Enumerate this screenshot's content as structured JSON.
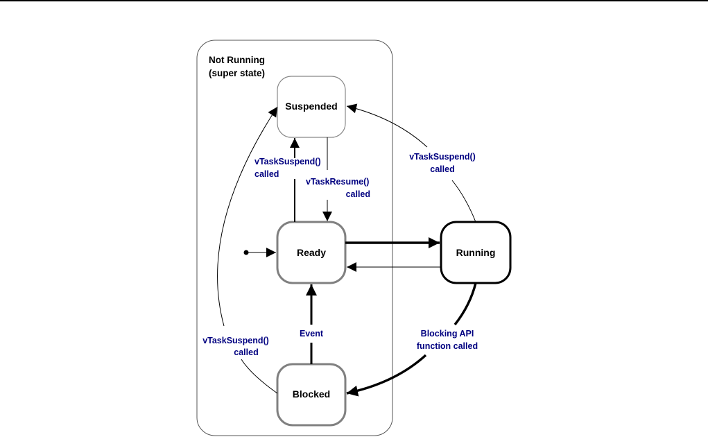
{
  "diagram": {
    "type": "state-machine",
    "super_state": {
      "title_line1": "Not Running",
      "title_line2": "(super state)"
    },
    "states": {
      "suspended": "Suspended",
      "ready": "Ready",
      "running": "Running",
      "blocked": "Blocked"
    },
    "transitions": {
      "ready_to_suspended": {
        "line1": "vTaskSuspend()",
        "line2": "called"
      },
      "suspended_to_ready": {
        "line1": "vTaskResume()",
        "line2": "called"
      },
      "running_to_suspended": {
        "line1": "vTaskSuspend()",
        "line2": "called"
      },
      "blocked_to_suspended": {
        "line1": "vTaskSuspend()",
        "line2": "called"
      },
      "blocked_to_ready": {
        "line1": "Event"
      },
      "running_to_blocked": {
        "line1": "Blocking API",
        "line2": "function called"
      }
    },
    "colors": {
      "label_text": "#000080",
      "state_border_not_running": "#808080",
      "state_border_running": "#000000"
    }
  }
}
